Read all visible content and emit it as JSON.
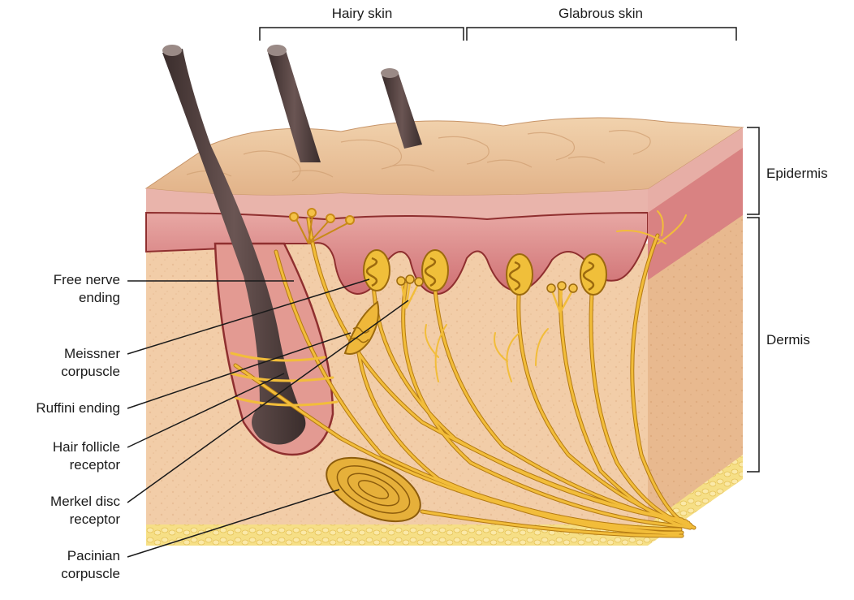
{
  "diagram": {
    "top_labels": {
      "hairy_skin": "Hairy skin",
      "glabrous_skin": "Glabrous skin"
    },
    "side_labels": {
      "epidermis": "Epidermis",
      "dermis": "Dermis"
    },
    "receptors": [
      {
        "line1": "Free nerve",
        "line2": "ending"
      },
      {
        "line1": "Meissner",
        "line2": "corpuscle"
      },
      {
        "line1": "Ruffini ending",
        "line2": ""
      },
      {
        "line1": "Hair follicle",
        "line2": "receptor"
      },
      {
        "line1": "Merkel disc",
        "line2": "receptor"
      },
      {
        "line1": "Pacinian",
        "line2": "corpuscle"
      }
    ],
    "colors": {
      "epidermis_surface": "#e9c39a",
      "epidermis_layer": "#d98b8b",
      "dermis": "#f0c9a4",
      "dermis_side": "#e6b48c",
      "nerve": "#f0b72e",
      "nerve_dark": "#b47a12",
      "hair": "#4a3a38",
      "fat": "#f5dc7a"
    }
  }
}
